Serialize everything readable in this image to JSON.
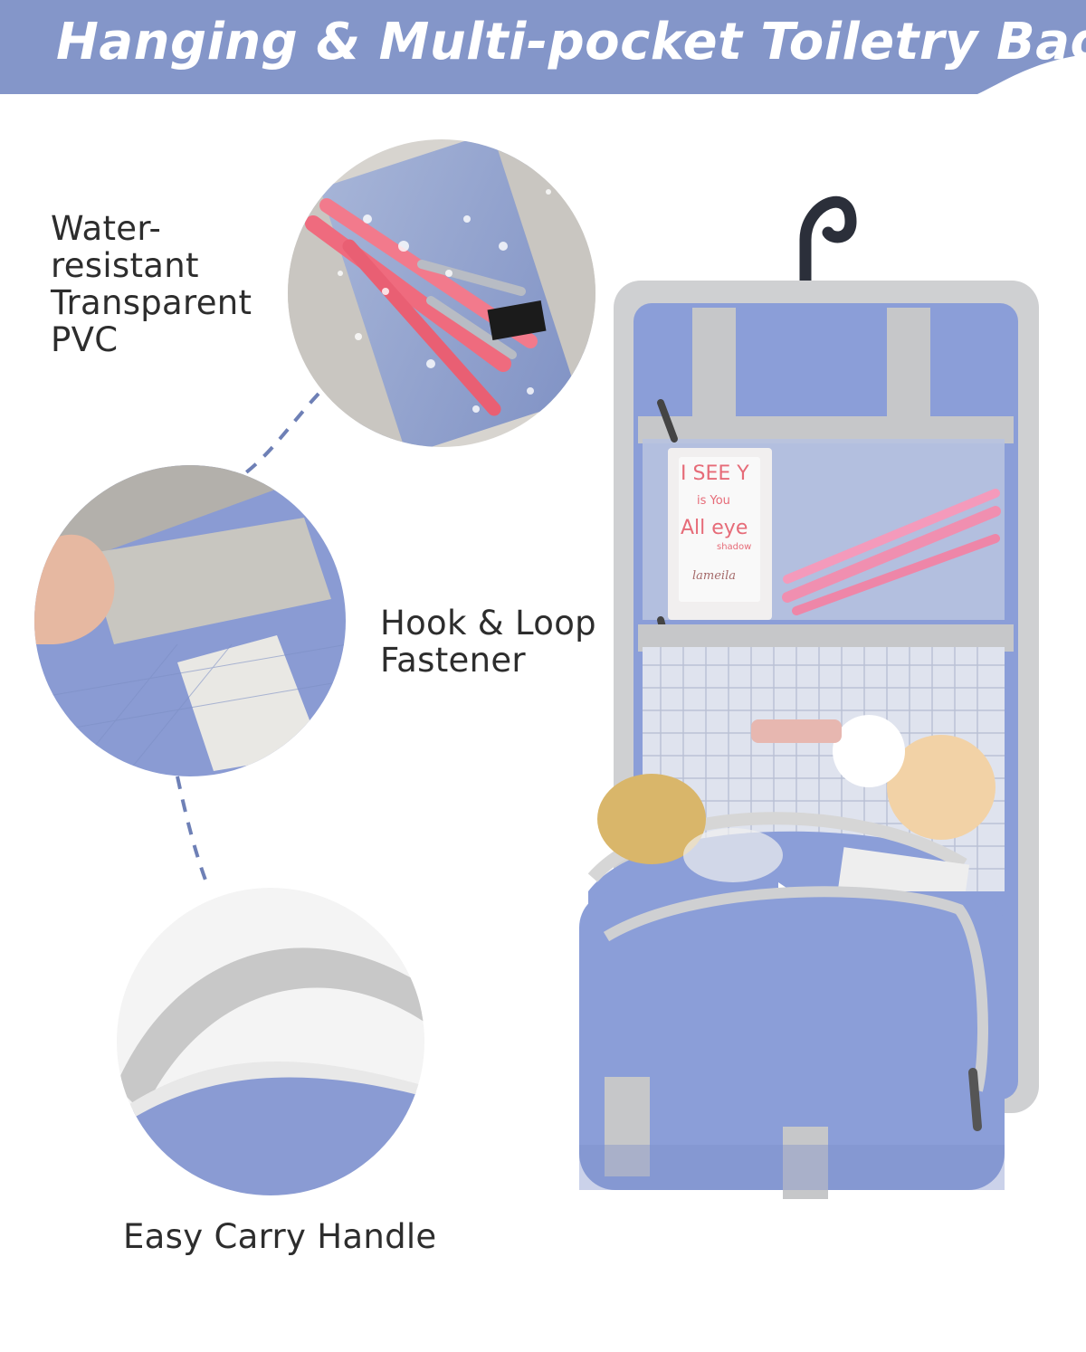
{
  "banner": {
    "title": "Hanging & Multi-pocket Toiletry Bag",
    "color": "#8496c9"
  },
  "features": [
    {
      "lines": [
        "Water-",
        "resistant",
        "Transparent",
        "PVC"
      ],
      "icon": "pvc-detail-icon"
    },
    {
      "lines": [
        "Hook & Loop",
        "Fastener"
      ],
      "icon": "velcro-detail-icon"
    },
    {
      "lines": [
        "Easy Carry Handle"
      ],
      "icon": "handle-detail-icon"
    }
  ],
  "product": {
    "name": "hanging-toiletry-bag",
    "palette": {
      "fabric": "#8b9ed8",
      "trim": "#cfd0d2",
      "dark": "#2b2f3a"
    },
    "compact_text": {
      "line1": "I SEE Y",
      "line2": "is You",
      "line3": "All eye",
      "line4": "shadow",
      "brand": "lameila"
    }
  }
}
